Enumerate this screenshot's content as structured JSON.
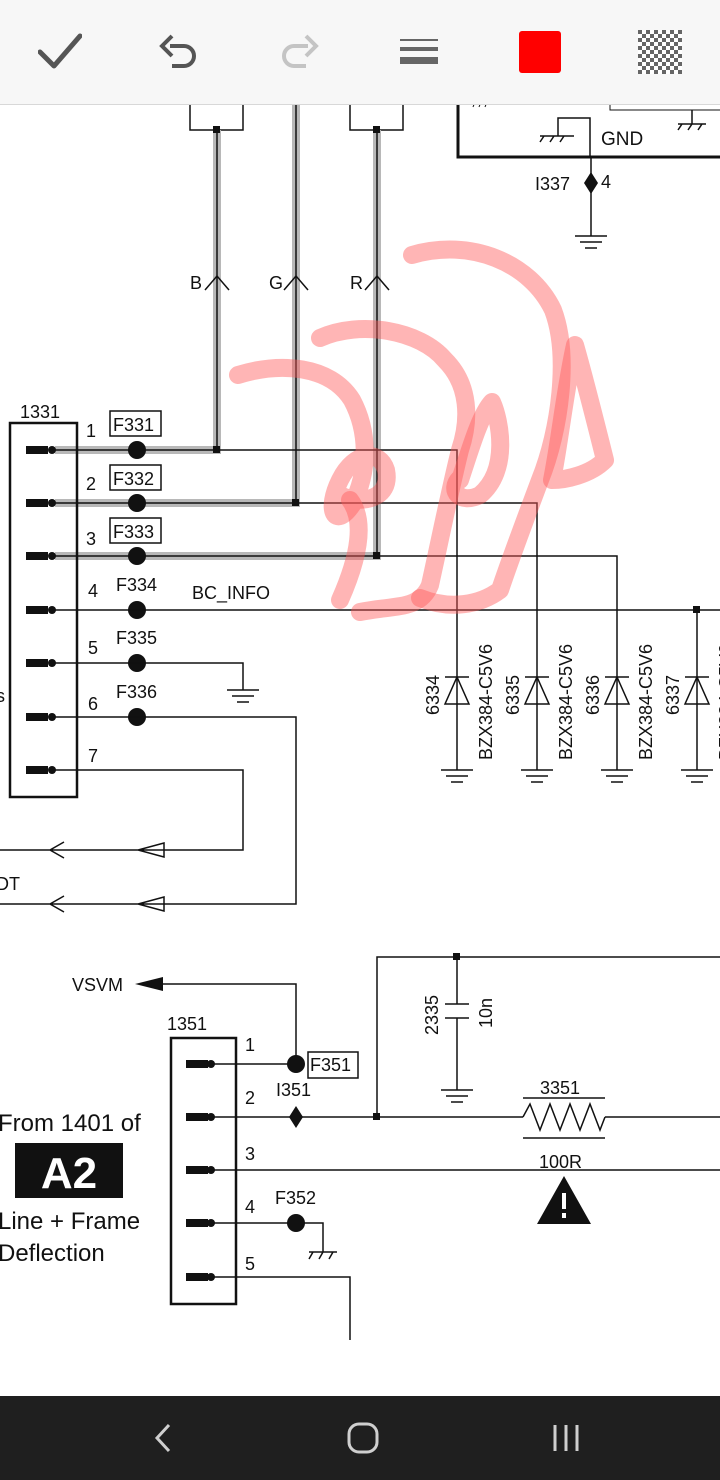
{
  "toolbar": {
    "confirm_icon": "checkmark-icon",
    "undo_icon": "undo-icon",
    "redo_icon": "redo-icon",
    "thickness_icon": "pen-thickness-icon",
    "pen_color": "#ff0000",
    "transparency_icon": "transparency-checker-icon"
  },
  "schematic": {
    "gnd_label": "GND",
    "i337": "I337",
    "pin4": "4",
    "wire_b": "B",
    "wire_g": "G",
    "wire_r": "R",
    "conn1331": "1331",
    "f331": "F331",
    "f332": "F332",
    "f333": "F333",
    "f334": "F334",
    "f335": "F335",
    "f336": "F336",
    "pin_nums": [
      "1",
      "2",
      "3",
      "4",
      "5",
      "6",
      "7"
    ],
    "bc_info": "BC_INFO",
    "diode_refs": [
      "6334",
      "6335",
      "6336",
      "6337"
    ],
    "diode_part": "BZX384-C5V6",
    "left_cut_s": "s",
    "left_cut_dt": "DT",
    "vsvm": "VSVM",
    "conn1351": "1351",
    "f351": "F351",
    "i351": "I351",
    "f352": "F352",
    "pins1351": [
      "1",
      "2",
      "3",
      "4",
      "5"
    ],
    "cap_ref": "2335",
    "cap_val": "10n",
    "res_ref": "3351",
    "res_val": "100R",
    "from_text": "From 1401 of",
    "board": "A2",
    "line_frame": "Line + Frame",
    "deflection": "Deflection"
  },
  "annotation": {
    "stroke_color": "#ff5a5a"
  },
  "navbar": {
    "back_icon": "back-icon",
    "home_icon": "home-icon",
    "recents_icon": "recents-icon"
  }
}
